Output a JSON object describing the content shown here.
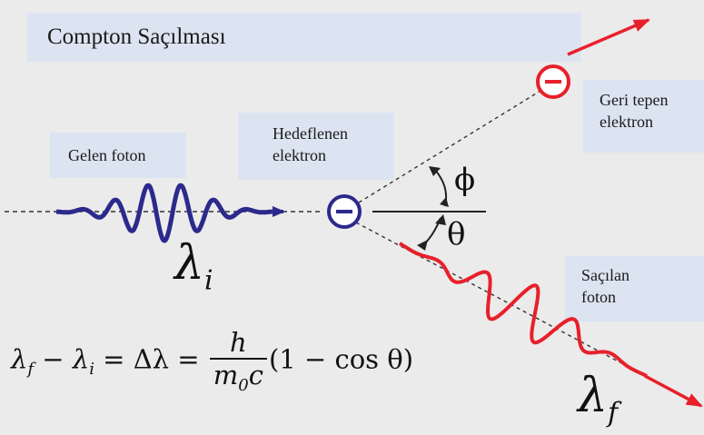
{
  "title": "Compton Saçılması",
  "labels": {
    "incoming_photon": "Gelen foton",
    "target_electron": [
      "Hedeflenen",
      "elektron"
    ],
    "recoil_electron": [
      "Geri tepen",
      "elektron"
    ],
    "scattered_photon": [
      "Saçılan",
      "foton"
    ]
  },
  "symbols": {
    "lambda": "λ",
    "sub_i": "i",
    "sub_f": "f",
    "phi": "ϕ",
    "theta": "θ",
    "electron_sign": "−"
  },
  "formula": {
    "lhs": "λ",
    "lhs_sub": "f",
    "minus": " − ",
    "mid": "λ",
    "mid_sub": "i",
    "eq1": " = Δλ = ",
    "numerator": "h",
    "denominator": "m",
    "denominator_sub": "0",
    "denominator_c": "c",
    "tail": "(1 − cos θ)"
  },
  "colors": {
    "incoming_wave": "#2b2a8c",
    "scattered_wave": "#e8202a",
    "recoil_arrow": "#e8202a",
    "target_electron": "#2b2a8c",
    "label_box": "#dce4f2",
    "background": "#ebebeb"
  }
}
